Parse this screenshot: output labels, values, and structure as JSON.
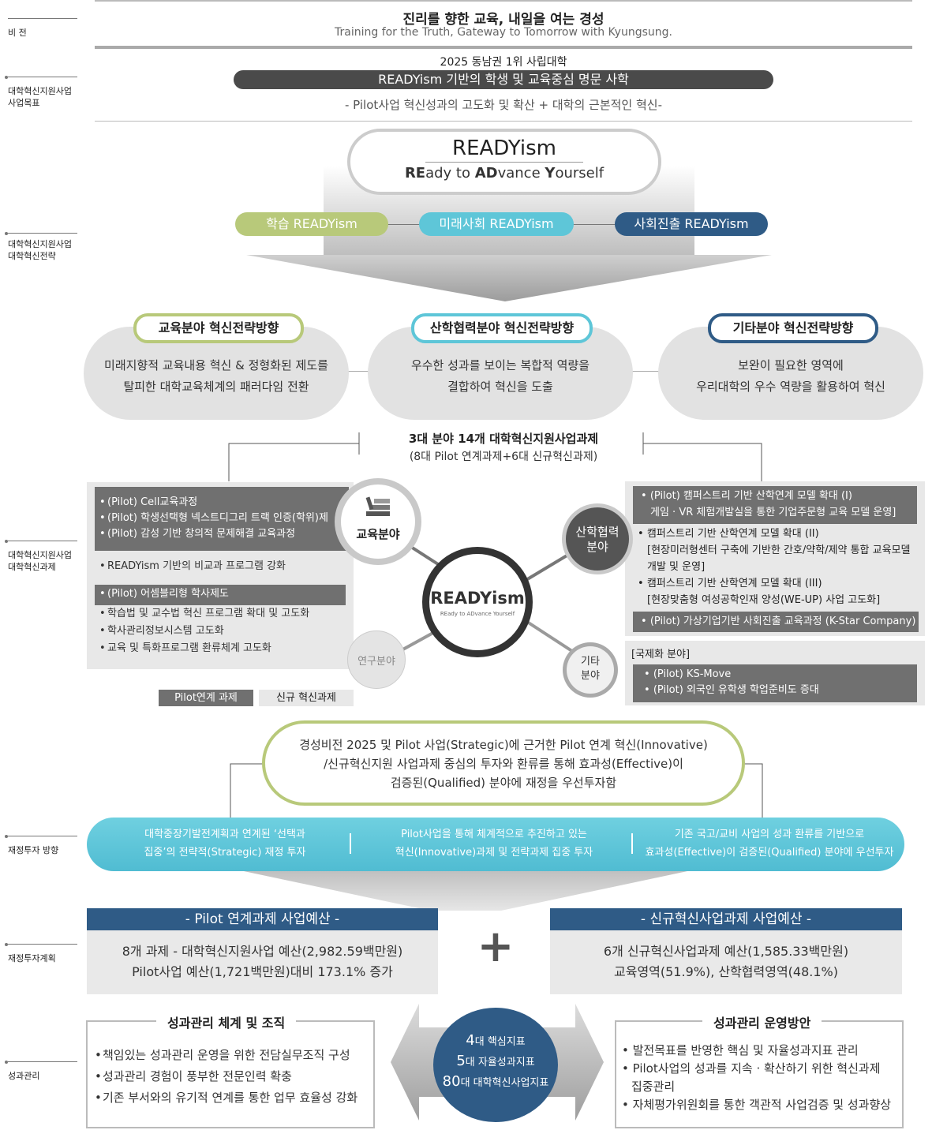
{
  "sidebar": {
    "vision": "비 전",
    "goal": [
      "대학혁신지원사업",
      "사업목표"
    ],
    "strategy": [
      "대학혁신지원사업",
      "대학혁신전략"
    ],
    "tasks": [
      "대학혁신지원사업",
      "대학혁신과제"
    ],
    "invest_dir": "재정투자 방향",
    "invest_plan": "재정투자계획",
    "perf": "성과관리"
  },
  "vision": {
    "title": "진리를 향한 교육, 내일을 여는 경성",
    "subtitle": "Training for the Truth, Gateway to Tomorrow with Kyungsung."
  },
  "goal": {
    "top": "2025 동남권 1위 사립대학",
    "banner": "READYism 기반의 학생 및 교육중심 명문 사학",
    "sub": "- Pilot사업 혁신성과의 고도화 및 확산 + 대학의 근본적인 혁신-"
  },
  "strategy": {
    "main_title": "READYism",
    "main_sub_parts": [
      "RE",
      "ady to ",
      "AD",
      "vance ",
      "Y",
      "ourself"
    ],
    "pills": [
      "학습 READYism",
      "미래사회 READYism",
      "사회진출 READYism"
    ],
    "directions": [
      {
        "title": "교육분야 혁신전략방향",
        "lines": [
          "미래지향적 교육내용 혁신 & 정형화된 제도를",
          "탈피한 대학교육체계의 패러다임 전환"
        ]
      },
      {
        "title": "산학협력분야 혁신전략방향",
        "lines": [
          "우수한 성과를 보이는 복합적 역량을",
          "결합하여 혁신을 도출"
        ]
      },
      {
        "title": "기타분야 혁신전략방향",
        "lines": [
          "보완이 필요한 영역에",
          "우리대학의 우수 역량을 활용하여 혁신"
        ]
      }
    ],
    "colors": {
      "green": "#b8c97a",
      "cyan": "#5ec6d8",
      "navy": "#2f5b86"
    }
  },
  "tasks": {
    "title": "3대 분야 14개 대학혁신지원사업과제",
    "subtitle": "(8대 Pilot 연계과제+6대 신규혁신과제)",
    "left_pilot_1": [
      "(Pilot) Cell교육과정",
      "(Pilot) 학생선택형 넥스트디그리 트랙 인증(학위)제",
      "(Pilot) 감성 기반 창의적 문제해결 교육과정"
    ],
    "left_new_1": [
      "READYism 기반의 비교과 프로그램 강화"
    ],
    "left_pilot_2": [
      "(Pilot) 어셈블리형 학사제도"
    ],
    "left_new_2": [
      "학습법 및 교수법 혁신 프로그램 확대 및 고도화",
      "학사관리정보시스템 고도화",
      "교육 및 특화프로그램 환류체계 고도화"
    ],
    "right_pilot_1": [
      "(Pilot) 캠퍼스트리 기반 산학연계 모델 확대 (I)",
      "게임 · VR 체험개발실을 통한 기업주문형 교육 모델 운영]"
    ],
    "right_new_1": [
      "캠퍼스트리 기반 산학연계 모델 확대 (II)",
      "[현장미러형센터 구축에 기반한 간호/약학/제약 통합 교육모델",
      "개발 및 운영]",
      "캠퍼스트리 기반 산학연계 모델 확대 (III)",
      "[현장맞춤형 여성공학인재 양성(WE-UP) 사업 고도화]"
    ],
    "right_pilot_2": [
      "(Pilot) 가상기업기반 사회진출 교육과정 (K-Star Company)"
    ],
    "intl_label": "[국제화 분야]",
    "intl_pilot": [
      "(Pilot) KS-Move",
      "(Pilot) 외국인 유학생 학업준비도 증대"
    ],
    "hub": {
      "title": "READYism",
      "sub": "REady to ADvance Yourself"
    },
    "nodes": {
      "edu": "교육분야",
      "ind": [
        "산학협력",
        "분야"
      ],
      "research": "연구분야",
      "etc": [
        "기타",
        "분야"
      ]
    },
    "legend": {
      "pilot": "Pilot연계 과제",
      "new": "신규 혁신과제"
    }
  },
  "invest_dir": {
    "summary": [
      "경성비전 2025 및 Pilot 사업(Strategic)에 근거한 Pilot 연계 혁신(Innovative)",
      "/신규혁신지원 사업과제 중심의 투자와 환류를 통해 효과성(Effective)이",
      "검증된(Qualified) 분야에 재정을 우선투자함"
    ],
    "items": [
      [
        "대학중장기발전계획과 연계된 ‘선택과",
        "집중’의 전략적(Strategic) 재정 투자"
      ],
      [
        "Pilot사업을 통해 체계적으로 추진하고 있는",
        "혁신(Innovative)과제 및 전략과제 집중 투자"
      ],
      [
        "기존 국고/교비 사업의 성과 환류를 기반으로",
        "효과성(Effective)이 검증된(Qualified) 분야에 우선투자"
      ]
    ]
  },
  "budget": {
    "left_title": "- Pilot 연계과제 사업예산 -",
    "left_lines": [
      "8개 과제 - 대학혁신지원사업 예산(2,982.59백만원)",
      "Pilot사업 예산(1,721백만원)대비 173.1% 증가"
    ],
    "plus": "+",
    "right_title": "- 신규혁신사업과제 사업예산 -",
    "right_lines": [
      "6개 신규혁신사업과제 예산(1,585.33백만원)",
      "교육영역(51.9%), 산학협력영역(48.1%)"
    ]
  },
  "perf": {
    "left_title": "성과관리 체계 및 조직",
    "left_items": [
      "책임있는 성과관리 운영을 위한 전담실무조직 구성",
      "성과관리 경험이 풍부한 전문인력 확충",
      "기존 부서와의 유기적 연계를 통한 업무 효율성 강화"
    ],
    "center": [
      {
        "num": "4",
        "text": "대 핵심지표"
      },
      {
        "num": "5",
        "text": "대 자율성과지표"
      },
      {
        "num": "80",
        "text": "대 대학혁신사업지표"
      }
    ],
    "right_title": "성과관리 운영방안",
    "right_items": [
      "발전목표를 반영한 핵심 및 자율성과지표 관리",
      "Pilot사업의 성과를 지속 · 확산하기 위한 혁신과제",
      "집중관리",
      "자체평가위원회를 통한 객관적 사업검증 및 성과향상"
    ]
  }
}
